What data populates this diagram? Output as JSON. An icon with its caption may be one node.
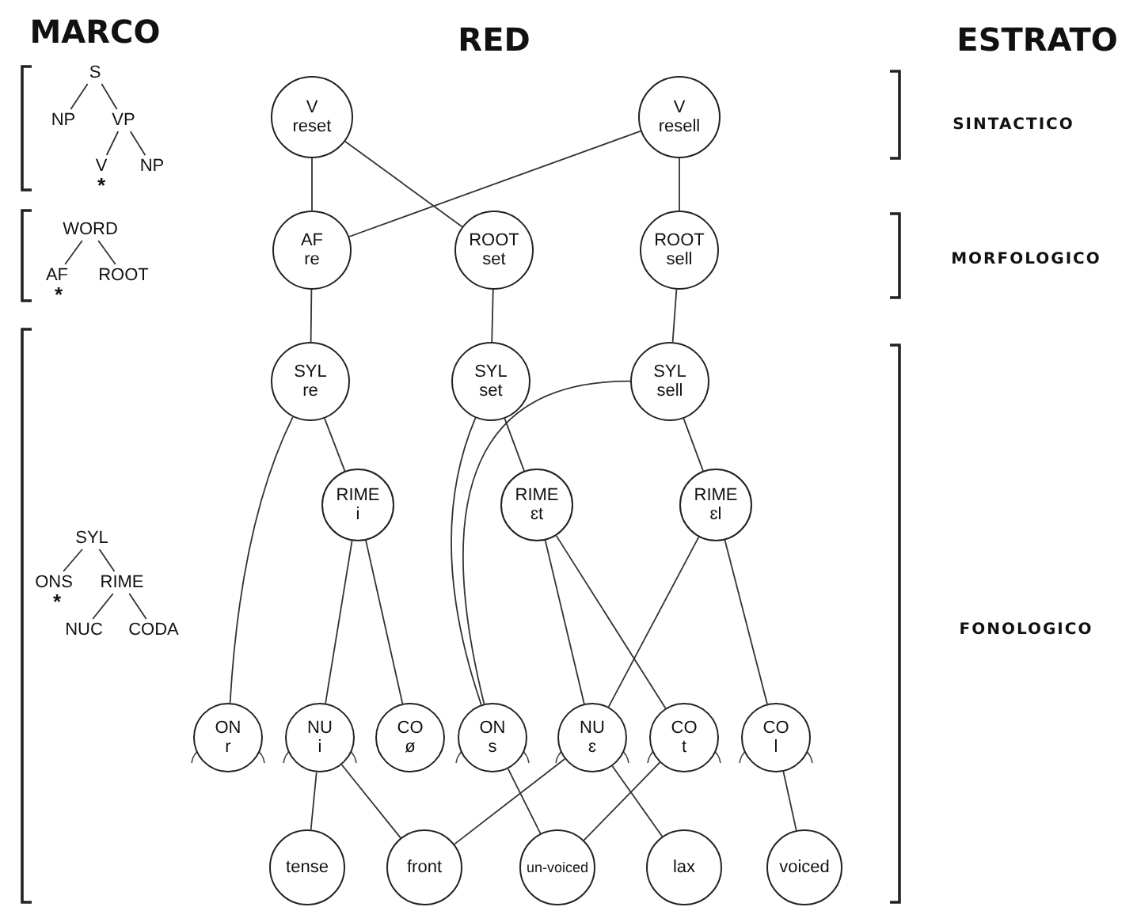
{
  "diagram": {
    "nodes": [
      {
        "text": [
          "V",
          "reset"
        ]
      },
      {
        "text": [
          "V",
          "resell"
        ]
      },
      {
        "text": [
          "AF",
          "re"
        ]
      },
      {
        "text": [
          "ROOT",
          "set"
        ]
      },
      {
        "text": [
          "ROOT",
          "sell"
        ]
      },
      {
        "text": [
          "SYL",
          "re"
        ]
      },
      {
        "text": [
          "SYL",
          "set"
        ]
      },
      {
        "text": [
          "SYL",
          "sell"
        ]
      },
      {
        "text": [
          "RIME",
          "i"
        ]
      },
      {
        "text": [
          "RIME",
          "ɛt"
        ]
      },
      {
        "text": [
          "RIME",
          "ɛl"
        ]
      },
      {
        "text": [
          "ON",
          "r"
        ]
      },
      {
        "text": [
          "NU",
          "i"
        ]
      },
      {
        "text": [
          "CO",
          "ø"
        ]
      },
      {
        "text": [
          "ON",
          "s"
        ]
      },
      {
        "text": [
          "NU",
          "ɛ"
        ]
      },
      {
        "text": [
          "CO",
          "t"
        ]
      },
      {
        "text": [
          "CO",
          "l"
        ]
      },
      {
        "text": [
          "tense"
        ]
      },
      {
        "text": [
          "front"
        ]
      },
      {
        "text": [
          "un-voiced"
        ]
      },
      {
        "text": [
          "lax"
        ]
      },
      {
        "text": [
          "voiced"
        ]
      },
      {
        "text": [
          "S"
        ]
      },
      {
        "text": [
          "NP"
        ]
      },
      {
        "text": [
          "VP"
        ]
      },
      {
        "text": [
          "V"
        ]
      },
      {
        "text": [
          "NP"
        ]
      },
      {
        "text": [
          "WORD"
        ]
      },
      {
        "text": [
          "AF"
        ]
      },
      {
        "text": [
          "ROOT"
        ]
      },
      {
        "text": [
          "SYL"
        ]
      },
      {
        "text": [
          "ONS"
        ]
      },
      {
        "text": [
          "RIME"
        ]
      },
      {
        "text": [
          "NUC"
        ]
      },
      {
        "text": [
          "CODA"
        ]
      }
    ],
    "edges": [
      {
        "from": 0,
        "to": 2,
        "arrow": "none"
      },
      {
        "from": 0,
        "to": 3,
        "arrow": "none"
      },
      {
        "from": 1,
        "to": 2,
        "arrow": "none"
      },
      {
        "from": 1,
        "to": 4,
        "arrow": "none"
      },
      {
        "from": 2,
        "to": 5,
        "arrow": "none"
      },
      {
        "from": 3,
        "to": 6,
        "arrow": "none"
      },
      {
        "from": 4,
        "to": 7,
        "arrow": "none"
      },
      {
        "from": 5,
        "to": 11,
        "arrow": "none"
      },
      {
        "from": 5,
        "to": 8,
        "arrow": "none"
      },
      {
        "from": 6,
        "to": 14,
        "arrow": "none"
      },
      {
        "from": 6,
        "to": 9,
        "arrow": "none"
      },
      {
        "from": 7,
        "to": 14,
        "arrow": "none"
      },
      {
        "from": 7,
        "to": 10,
        "arrow": "none"
      },
      {
        "from": 8,
        "to": 12,
        "arrow": "none"
      },
      {
        "from": 8,
        "to": 13,
        "arrow": "none"
      },
      {
        "from": 9,
        "to": 15,
        "arrow": "none"
      },
      {
        "from": 9,
        "to": 16,
        "arrow": "none"
      },
      {
        "from": 10,
        "to": 15,
        "arrow": "none"
      },
      {
        "from": 10,
        "to": 17,
        "arrow": "none"
      },
      {
        "from": 12,
        "to": 18,
        "arrow": "none"
      },
      {
        "from": 12,
        "to": 19,
        "arrow": "none"
      },
      {
        "from": 15,
        "to": 19,
        "arrow": "none"
      },
      {
        "from": 14,
        "to": 20,
        "arrow": "none"
      },
      {
        "from": 16,
        "to": 20,
        "arrow": "none"
      },
      {
        "from": 15,
        "to": 21,
        "arrow": "none"
      },
      {
        "from": 17,
        "to": 22,
        "arrow": "none"
      },
      {
        "from": 23,
        "to": 24,
        "arrow": "none"
      },
      {
        "from": 23,
        "to": 25,
        "arrow": "none"
      },
      {
        "from": 25,
        "to": 26,
        "arrow": "none"
      },
      {
        "from": 25,
        "to": 27,
        "arrow": "none"
      },
      {
        "from": 28,
        "to": 29,
        "arrow": "none"
      },
      {
        "from": 28,
        "to": 30,
        "arrow": "none"
      },
      {
        "from": 31,
        "to": 32,
        "arrow": "none"
      },
      {
        "from": 31,
        "to": 33,
        "arrow": "none"
      },
      {
        "from": 33,
        "to": 34,
        "arrow": "none"
      },
      {
        "from": 33,
        "to": 35,
        "arrow": "none"
      }
    ],
    "labels": [
      "MARCO",
      "RED",
      "ESTRATO",
      "SINTACTICO",
      "*",
      "MORFOLOGICO",
      "*",
      "*",
      "FONOLOGICO"
    ]
  }
}
